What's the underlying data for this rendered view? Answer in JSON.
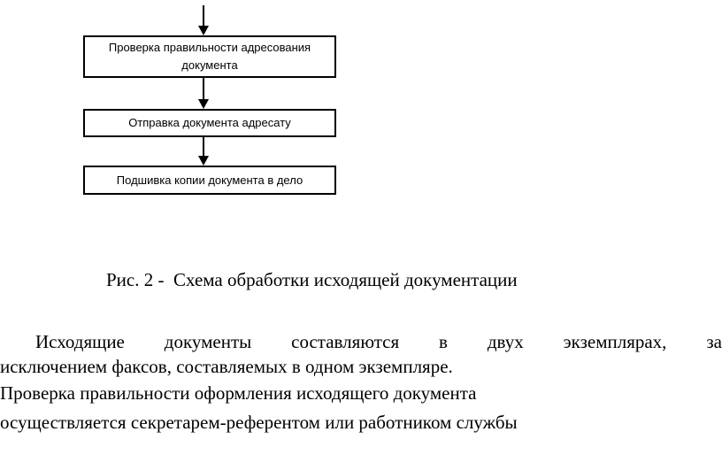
{
  "flowchart": {
    "steps": [
      {
        "label": "Проверка правильности адресования документа"
      },
      {
        "label": "Отправка документа адресату"
      },
      {
        "label": "Подшивка копии документа в дело"
      }
    ]
  },
  "caption": "Рис. 2 -  Схема обработки исходящей документации",
  "paragraph": {
    "line1_words": [
      "Исходящие",
      "документы",
      "составляются",
      "в",
      "двух",
      "экземплярах,",
      "за"
    ],
    "line2": "исключением факсов, составляемых в одном экземпляре.",
    "line3": "Проверка правильности оформления исходящего документа",
    "line4": "осуществляется секретарем-референтом или работником службы"
  }
}
